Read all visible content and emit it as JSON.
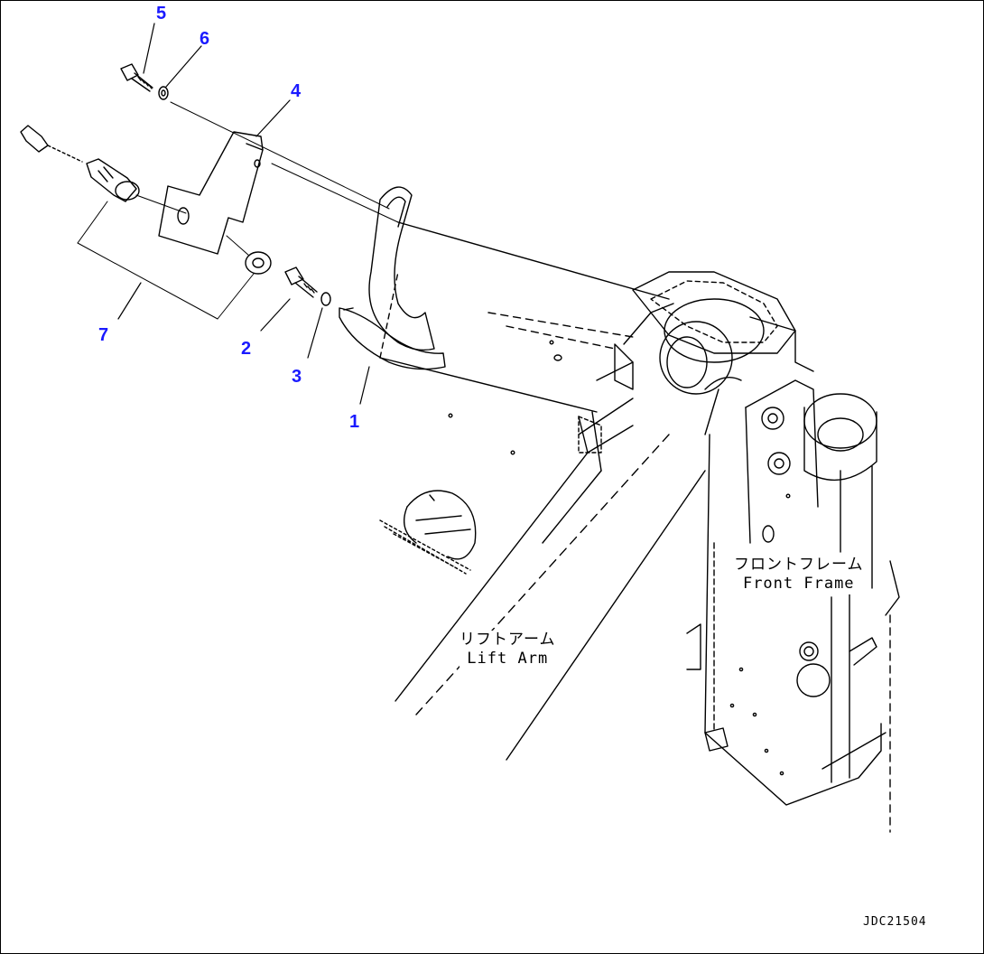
{
  "callouts": {
    "c1": "1",
    "c2": "2",
    "c3": "3",
    "c4": "4",
    "c5": "5",
    "c6": "6",
    "c7": "7"
  },
  "labels": {
    "front_frame_jp": "フロントフレーム",
    "front_frame_en": "Front Frame",
    "lift_arm_jp": "リフトアーム",
    "lift_arm_en": "Lift Arm"
  },
  "drawing_code": "JDC21504",
  "colors": {
    "callout": "#1a1aff",
    "line": "#000000",
    "background": "#ffffff"
  }
}
